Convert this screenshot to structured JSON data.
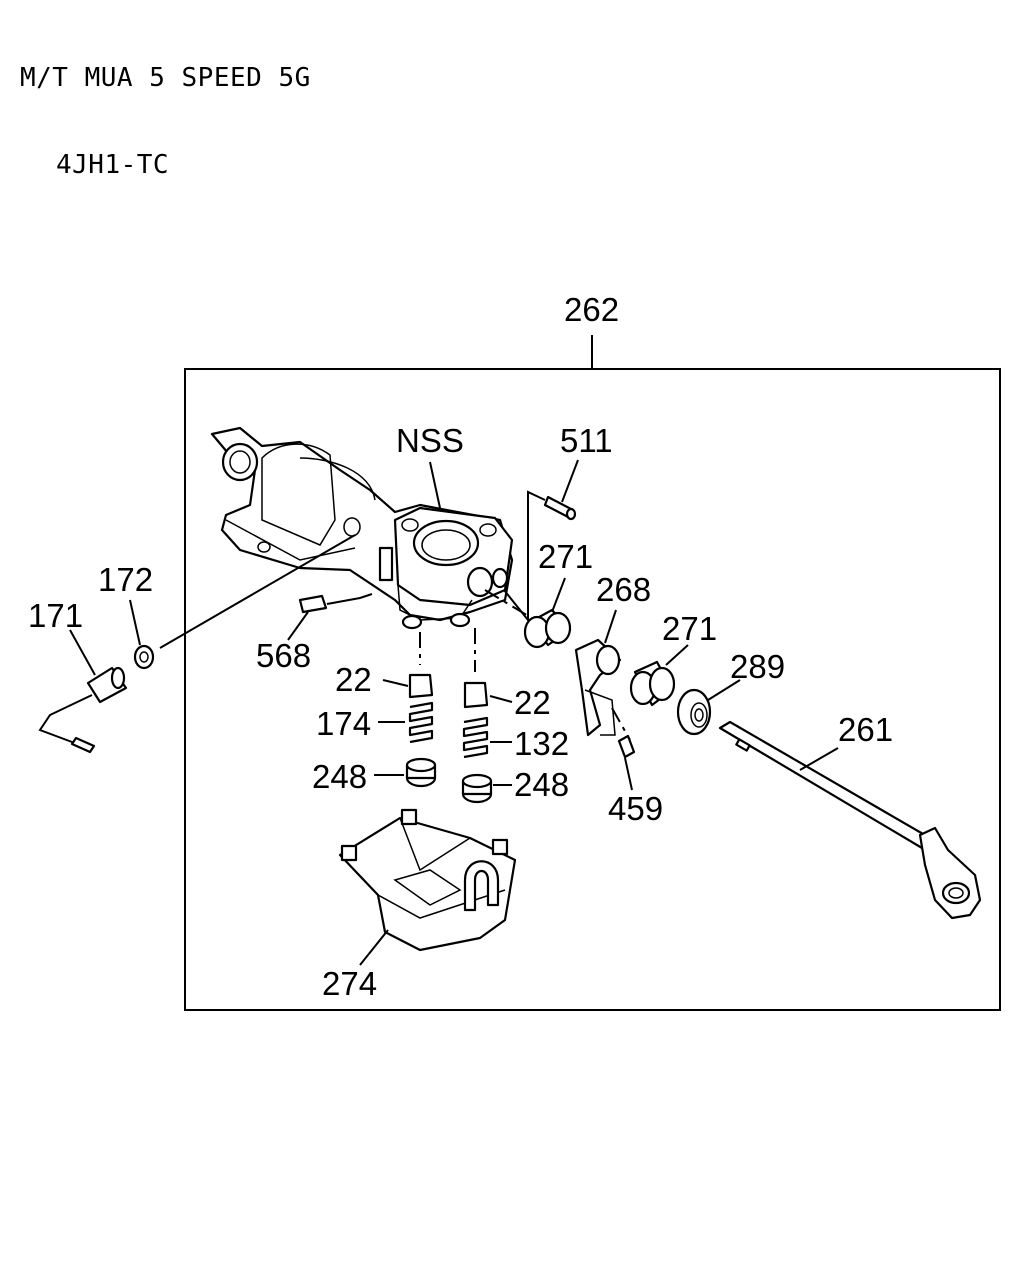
{
  "header": {
    "line1": "M/T MUA 5 SPEED 5G",
    "line2": "4JH1-TC"
  },
  "callouts": {
    "c262": "262",
    "cNSS": "NSS",
    "c511": "511",
    "c271a": "271",
    "c268": "268",
    "c271b": "271",
    "c289": "289",
    "c261": "261",
    "c172": "172",
    "c171": "171",
    "c568": "568",
    "c22a": "22",
    "c22b": "22",
    "c174": "174",
    "c132": "132",
    "c248a": "248",
    "c248b": "248",
    "c459": "459",
    "c274": "274"
  }
}
